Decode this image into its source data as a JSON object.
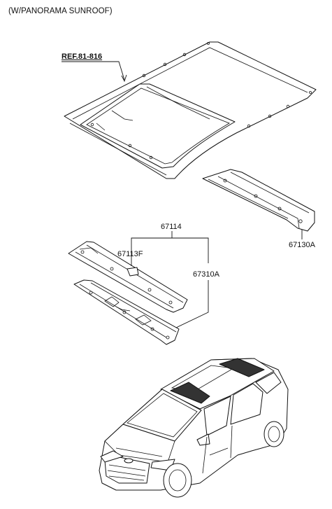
{
  "header": {
    "title": "(W/PANORAMA SUNROOF)"
  },
  "callouts": {
    "ref": "REF.81-816",
    "assembly": "67114",
    "bracket": "67113F",
    "front_rail": "67310A",
    "rear_rail": "67130A"
  }
}
